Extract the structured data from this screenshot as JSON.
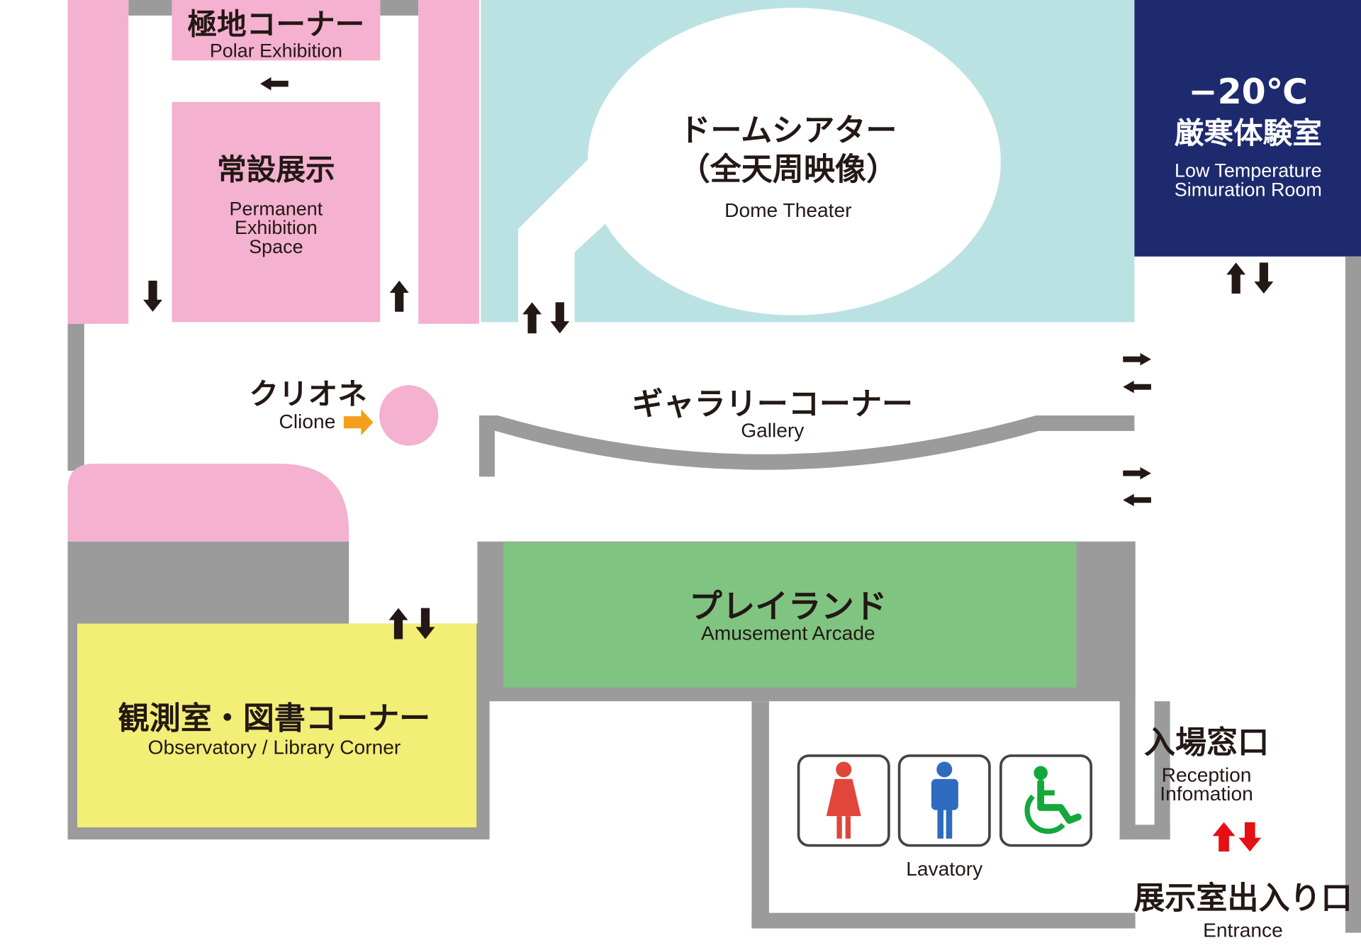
{
  "colors": {
    "pink": "#f4b1d0",
    "teal": "#bbe2e2",
    "navy": "#1e2a6e",
    "wall": "#9b9b9b",
    "green": "#80c482",
    "yellow": "#f2ee76",
    "orange": "#f3a01c",
    "red": "#e60f14",
    "female": "#e0463a",
    "male": "#2f6bbf",
    "accessible": "#14a83b"
  },
  "areas": {
    "polar": {
      "jp": "極地コーナー",
      "en": "Polar Exhibition"
    },
    "permanent": {
      "jp": "常設展示",
      "en": [
        "Permanent",
        "Exhibition",
        "Space"
      ]
    },
    "dome": {
      "jp": "ドームシアター",
      "jp_sub": "（全天周映像）",
      "en": "Dome Theater"
    },
    "low_temp": {
      "temp": "−20℃",
      "jp": "厳寒体験室",
      "en": [
        "Low Temperature",
        "Simuration Room"
      ]
    },
    "clione": {
      "jp": "クリオネ",
      "en": "Clione"
    },
    "gallery": {
      "jp": "ギャラリーコーナー",
      "en": "Gallery"
    },
    "playland": {
      "jp": "プレイランド",
      "en": "Amusement Arcade"
    },
    "observatory": {
      "jp": "観測室・図書コーナー",
      "en": "Observatory / Library Corner"
    },
    "lavatory": {
      "en": "Lavatory",
      "icons": [
        "female-toilet-icon",
        "male-toilet-icon",
        "wheelchair-icon"
      ]
    },
    "reception": {
      "jp": "入場窓口",
      "en": [
        "Reception",
        "Infomation"
      ]
    },
    "entrance": {
      "jp": "展示室出入り口",
      "en": "Entrance"
    }
  }
}
